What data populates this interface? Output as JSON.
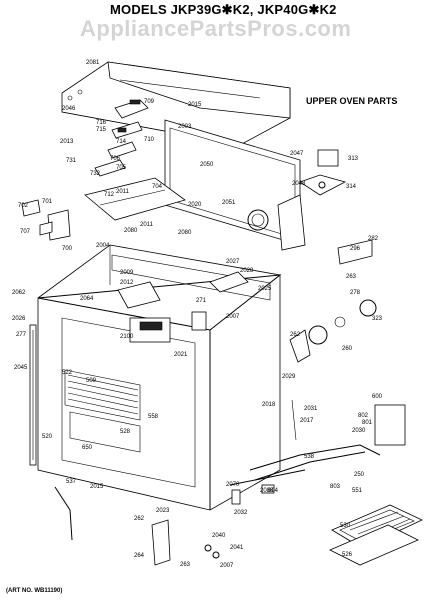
{
  "header": {
    "title": "MODELS JKP39G✱K2, JKP40G✱K2",
    "watermark": "AppliancePartsPros.com",
    "subtitle": "UPPER OVEN PARTS"
  },
  "footer": {
    "art_number": "(ART NO. WB11190)"
  },
  "part_labels": [
    "2081",
    "2015",
    "2046",
    "709",
    "2013",
    "716",
    "715",
    "710",
    "714",
    "2003",
    "2047",
    "313",
    "2050",
    "706",
    "705",
    "731",
    "732",
    "712",
    "704",
    "2020",
    "2051",
    "2048",
    "314",
    "2011",
    "701",
    "702",
    "707",
    "2080",
    "2080",
    "2004",
    "700",
    "2011",
    "2027",
    "2028",
    "296",
    "282",
    "2009",
    "263",
    "2025",
    "2062",
    "2012",
    "271",
    "2007",
    "278",
    "323",
    "2064",
    "2026",
    "2021",
    "2100",
    "277",
    "2045",
    "2029",
    "262",
    "260",
    "522",
    "509",
    "2018",
    "600",
    "2017",
    "558",
    "520",
    "528",
    "2031",
    "802",
    "801",
    "2030",
    "650",
    "2015",
    "538",
    "804",
    "803",
    "250",
    "551",
    "2070",
    "2032",
    "537",
    "2023",
    "2088",
    "262",
    "264",
    "2040",
    "2041",
    "263",
    "2007",
    "530",
    "526"
  ]
}
